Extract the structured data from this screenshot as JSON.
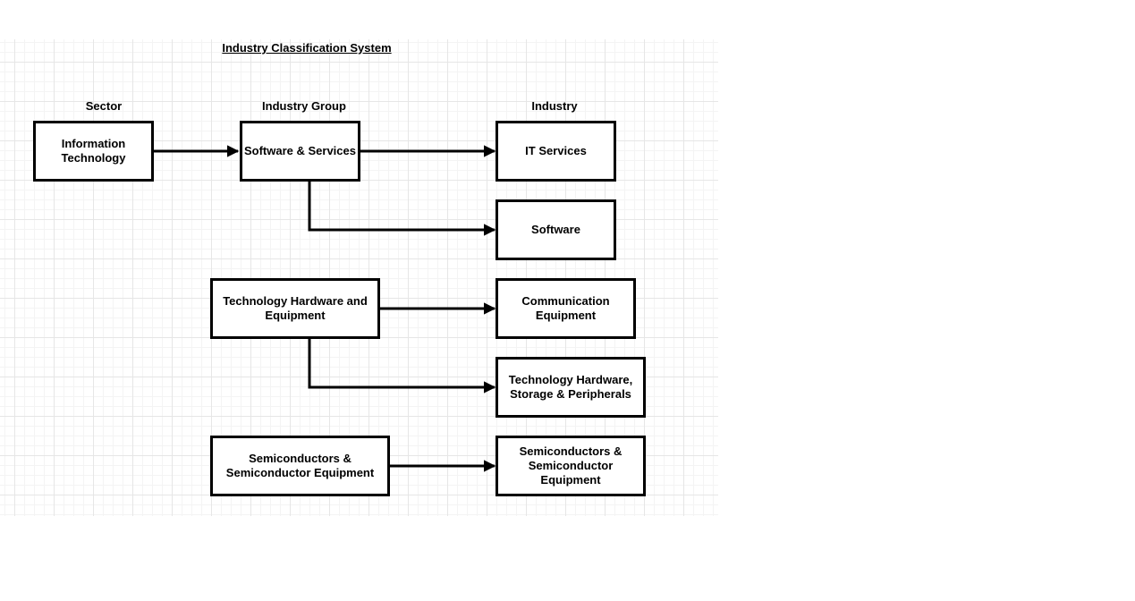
{
  "title": "Industry Classification System",
  "columns": {
    "sector": "Sector",
    "industry_group": "Industry Group",
    "industry": "Industry"
  },
  "nodes": {
    "information_technology": "Information Technology",
    "software_services": "Software & Services",
    "tech_hardware_equipment": "Technology Hardware and Equipment",
    "semis_equipment_group": "Semiconductors & Semiconductor Equipment",
    "it_services": "IT Services",
    "software": "Software",
    "communication_equipment": "Communication Equipment",
    "tech_hardware_storage": "Technology Hardware, Storage & Peripherals",
    "semis_equipment_industry": "Semiconductors & Semiconductor Equipment"
  },
  "edges": [
    [
      "information_technology",
      "software_services"
    ],
    [
      "software_services",
      "it_services"
    ],
    [
      "software_services",
      "software"
    ],
    [
      "tech_hardware_equipment",
      "communication_equipment"
    ],
    [
      "tech_hardware_equipment",
      "tech_hardware_storage"
    ],
    [
      "semis_equipment_group",
      "semis_equipment_industry"
    ]
  ],
  "colors": {
    "stroke": "#000000",
    "grid_major": "#e6e6e6",
    "grid_minor": "#f4f4f4"
  }
}
